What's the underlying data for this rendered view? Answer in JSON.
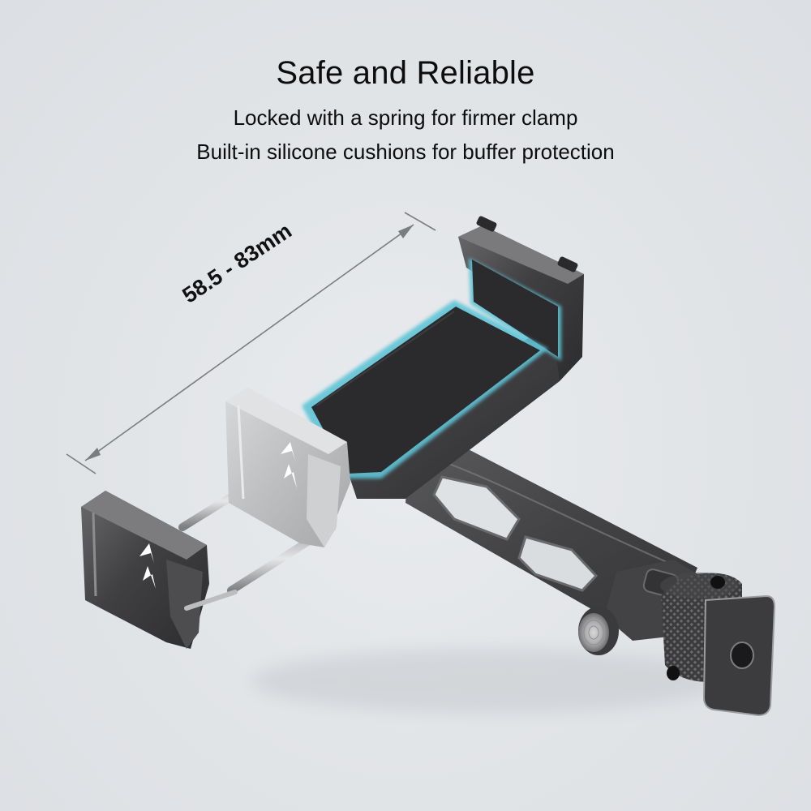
{
  "header": {
    "title": "Safe and Reliable",
    "lines": [
      "Locked with a spring for firmer clamp",
      "Built-in silicone cushions for buffer protection"
    ]
  },
  "product": {
    "name": "phone clamp mount",
    "dimension_label": "58.5 - 83mm",
    "colors": {
      "background": "#e2e5e8",
      "metal_dark": "#4a4a4c",
      "metal_silver": "#c4c5c7",
      "cushion": "#2b2b2d",
      "cushion_highlight": "#5fc4d6",
      "dimension_line": "#7a7d80",
      "text": "#0d0d0d"
    },
    "parts": [
      "spring-loaded clamp body",
      "silicone cushions",
      "silver sliding jaw",
      "dark end jaw",
      "guide rods",
      "arm with cutouts",
      "knurled lock knob",
      "cold shoe mount",
      "1/4-inch thread hole"
    ]
  }
}
